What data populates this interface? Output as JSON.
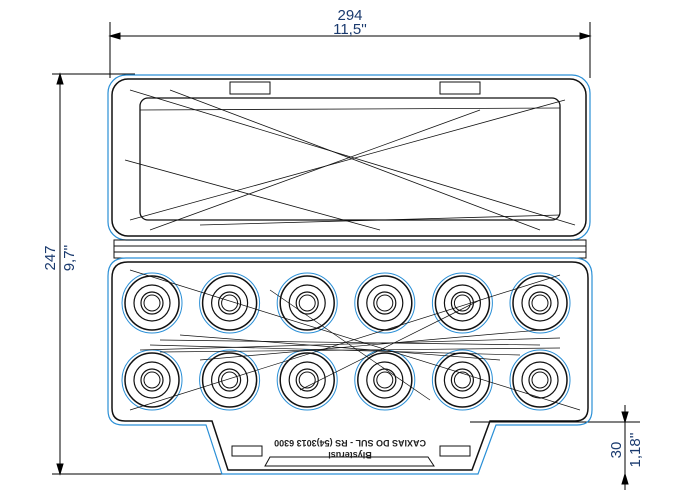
{
  "dimensions": {
    "width_mm": "294",
    "width_in": "11,5''",
    "height_mm": "247",
    "height_in": "9,7''",
    "tab_mm": "30",
    "tab_in": "1,18''"
  },
  "tray": {
    "cups_per_row": 6,
    "rows": 2,
    "label_line1": "Blysterusl",
    "label_line2": "CAXIAS DO SUL  -  RS (54)3013 6300"
  },
  "colors": {
    "outline": "#2a8fd6",
    "dimension_text": "#1a3a6e",
    "drawing": "#111111"
  }
}
